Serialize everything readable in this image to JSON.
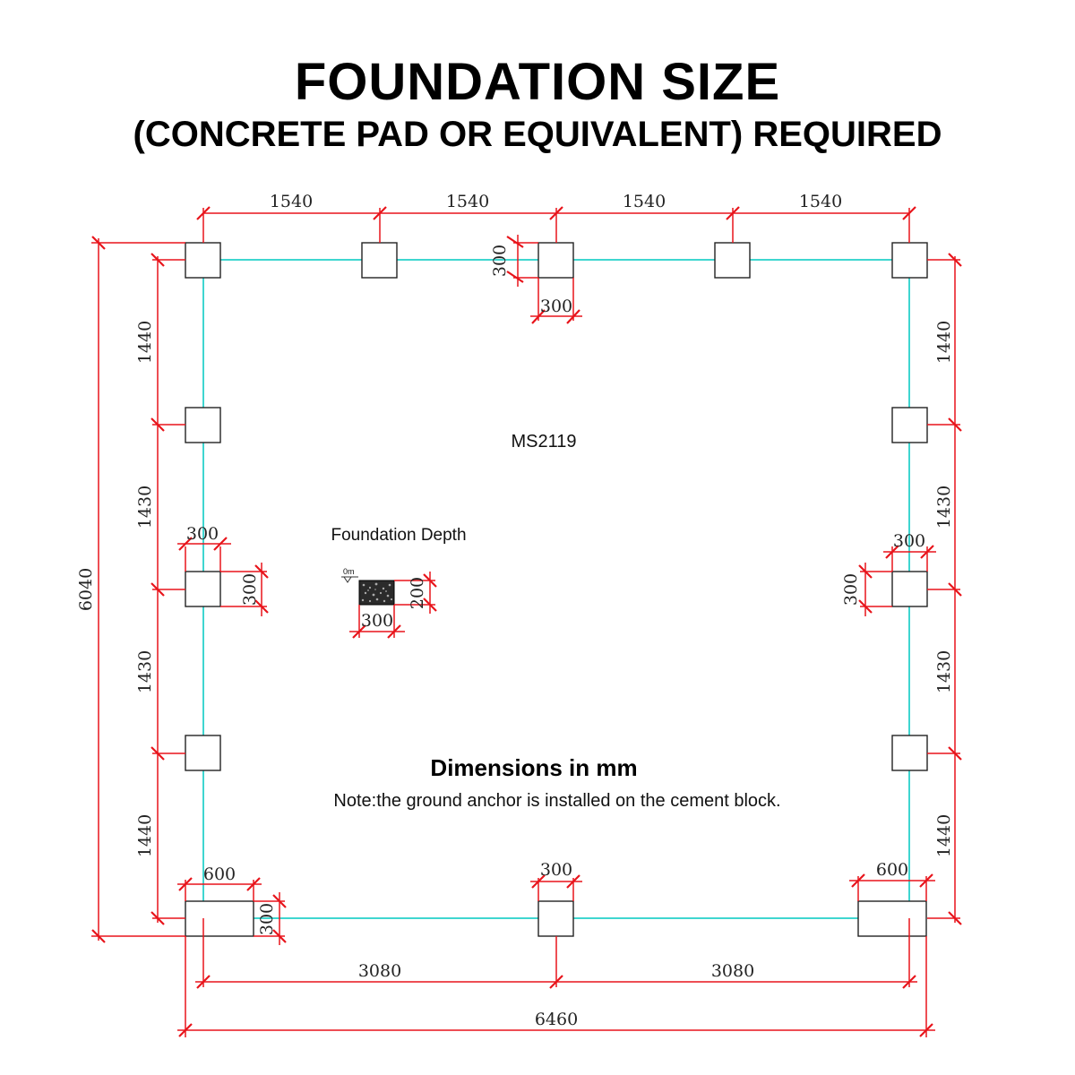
{
  "title": "FOUNDATION SIZE",
  "subtitle": "(CONCRETE PAD OR EQUIVALENT) REQUIRED",
  "model": "MS2119",
  "depth_label": "Foundation Depth",
  "depth_zero_label": "0m",
  "units_label": "Dimensions in mm",
  "note": "Note:the ground anchor is installed on the cement block.",
  "dims": {
    "top_spacing": [
      "1540",
      "1540",
      "1540",
      "1540"
    ],
    "overall_height": "6040",
    "left_spacing": [
      "1440",
      "1430",
      "1430",
      "1440"
    ],
    "right_spacing": [
      "1440",
      "1430",
      "1430",
      "1440"
    ],
    "pad_size": "300",
    "corner_pad_width": "600",
    "depth": "200",
    "bottom_half": [
      "3080",
      "3080"
    ],
    "overall_width": "6460"
  },
  "colors": {
    "dimension_lines": "#e8141b",
    "frame_outline": "#3fd6d0",
    "pads": "#222222"
  }
}
